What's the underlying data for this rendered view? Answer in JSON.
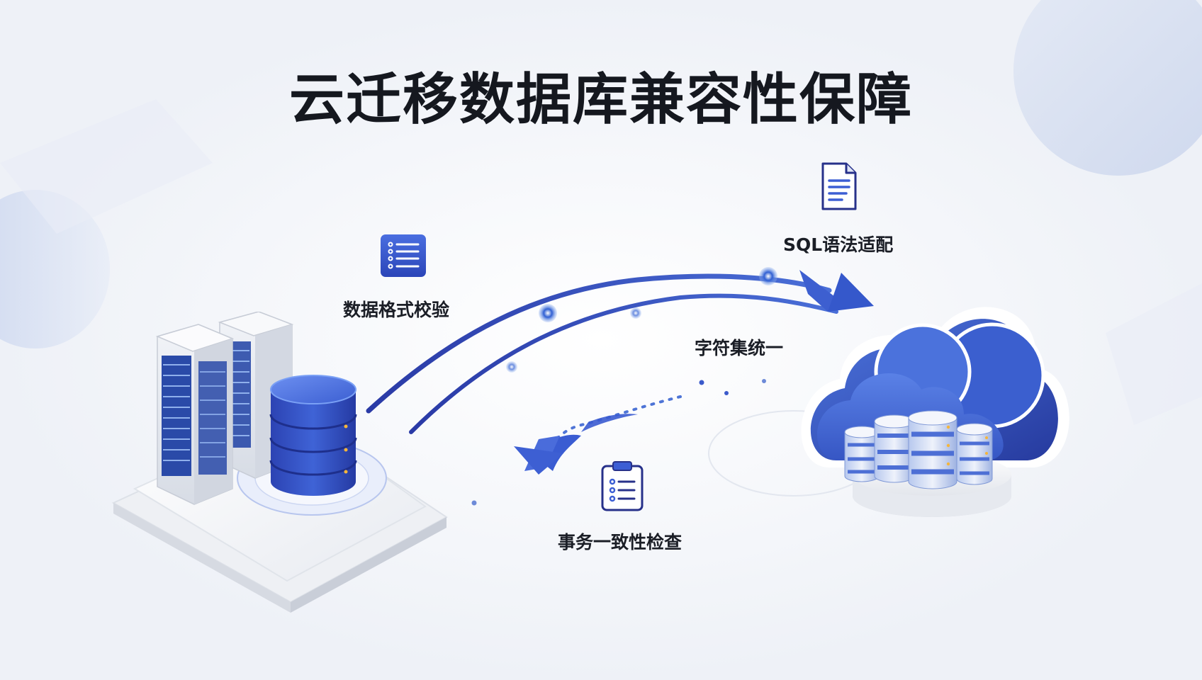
{
  "title": "云迁移数据库兼容性保障",
  "labels": {
    "format_check": "数据格式校验",
    "sql_adapt": "SQL语法适配",
    "charset": "字符集统一",
    "transaction": "事务一致性检查"
  },
  "colors": {
    "accent": "#3551c4",
    "dark_blue": "#1f2f8f",
    "light_blue": "#dde4f3",
    "background": "#f4f6fa"
  },
  "icons": {
    "format_check": "checklist-icon",
    "sql_adapt": "document-icon",
    "transaction": "clipboard-icon",
    "source": "on-premise-server-database-icon",
    "target": "cloud-database-icon"
  }
}
